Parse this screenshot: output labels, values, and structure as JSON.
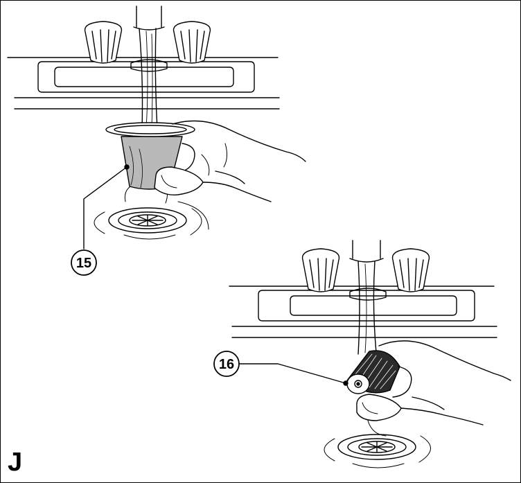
{
  "step_letter": "J",
  "callouts": {
    "cup_part": "15",
    "filter_part": "16"
  },
  "colors": {
    "line": "#000000",
    "cup_fill": "#b9b9b9",
    "filter_dark": "#2a2a2a",
    "background": "#ffffff"
  }
}
